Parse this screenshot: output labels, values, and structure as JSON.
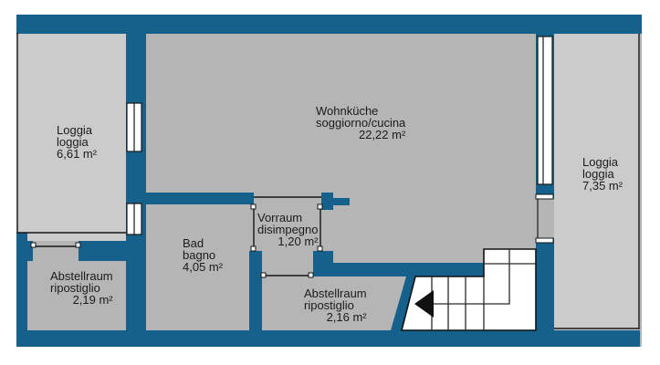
{
  "rooms": {
    "loggia_left": {
      "name_de": "Loggia",
      "name_it": "loggia",
      "area": "6,61 m²"
    },
    "living": {
      "name_de": "Wohnküche",
      "name_it": "soggiorno/cucina",
      "area": "22,22 m²"
    },
    "loggia_right": {
      "name_de": "Loggia",
      "name_it": "loggia",
      "area": "7,35 m²"
    },
    "bath": {
      "name_de": "Bad",
      "name_it": "bagno",
      "area": "4,05 m²"
    },
    "hall": {
      "name_de": "Vorraum",
      "name_it": "disimpegno",
      "area": "1,20 m²"
    },
    "storage_left": {
      "name_de": "Abstellraum",
      "name_it": "ripostiglio",
      "area": "2,19 m²"
    },
    "storage_bottom": {
      "name_de": "Abstellraum",
      "name_it": "ripostiglio",
      "area": "2,16 m²"
    }
  },
  "colors": {
    "wall": "#15618c",
    "floor": "#b5b5b5",
    "loggia_floor": "#cbcbcb",
    "background": "#ffffff",
    "line": "#111111"
  }
}
